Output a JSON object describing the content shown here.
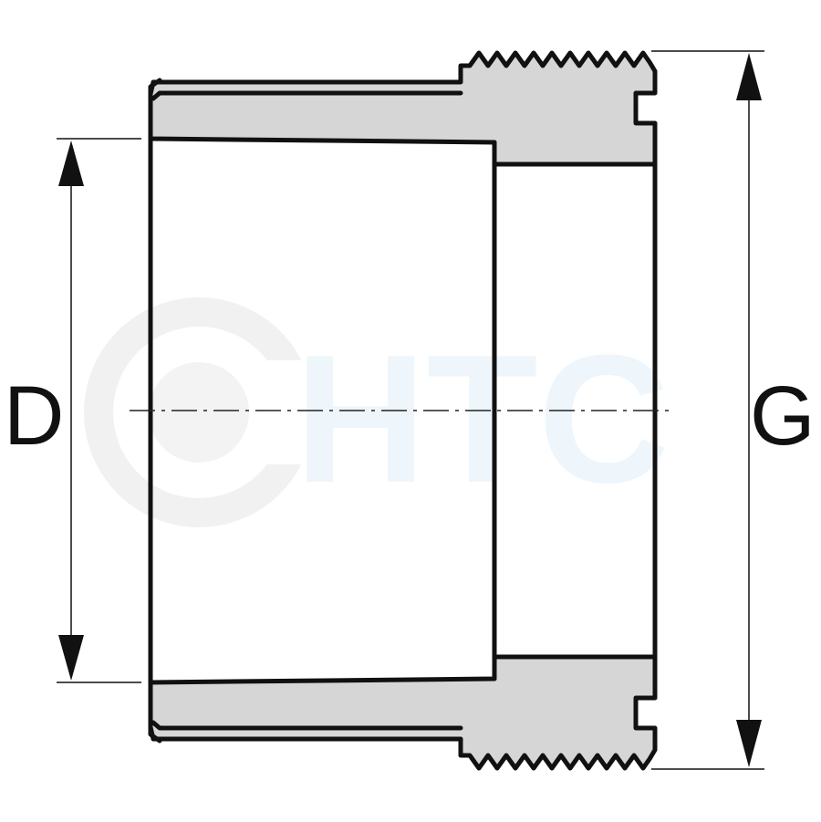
{
  "dimensions": {
    "inner_label": "D",
    "outer_label": "G"
  },
  "watermark": {
    "text": "HTC",
    "color": "#eef6fb",
    "ring_color": "#f1f1f1"
  },
  "colors": {
    "outline": "#111111",
    "section_fill": "#d6d6d6",
    "background": "#ffffff"
  }
}
